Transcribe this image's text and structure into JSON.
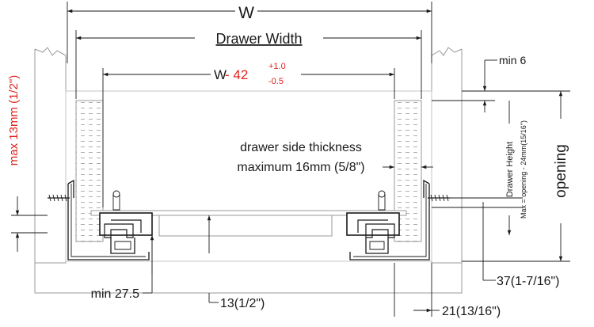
{
  "labels": {
    "w_total": "W",
    "drawer_width": "Drawer Width",
    "formula_w": "W",
    "formula_minus": " - 42",
    "tol_plus": "+1.0",
    "tol_minus": "-0.5",
    "min6": "min 6",
    "max13": "max 13mm (1/2\")",
    "side_thick_1": "drawer side thickness",
    "side_thick_2": "maximum 16mm (5/8\")",
    "drawer_height": "Drawer Height",
    "max_height": "Max = opening - 24mm(15/16\")",
    "opening": "opening",
    "d37": "37(1-7/16\")",
    "min275": "min 27.5",
    "d13": "13(1/2\")",
    "d21": "21(13/16\")"
  },
  "colors": {
    "ink": "#1a1a1a",
    "accent_red": "#e0231c",
    "cabinet_gray": "#9a9a9a"
  }
}
